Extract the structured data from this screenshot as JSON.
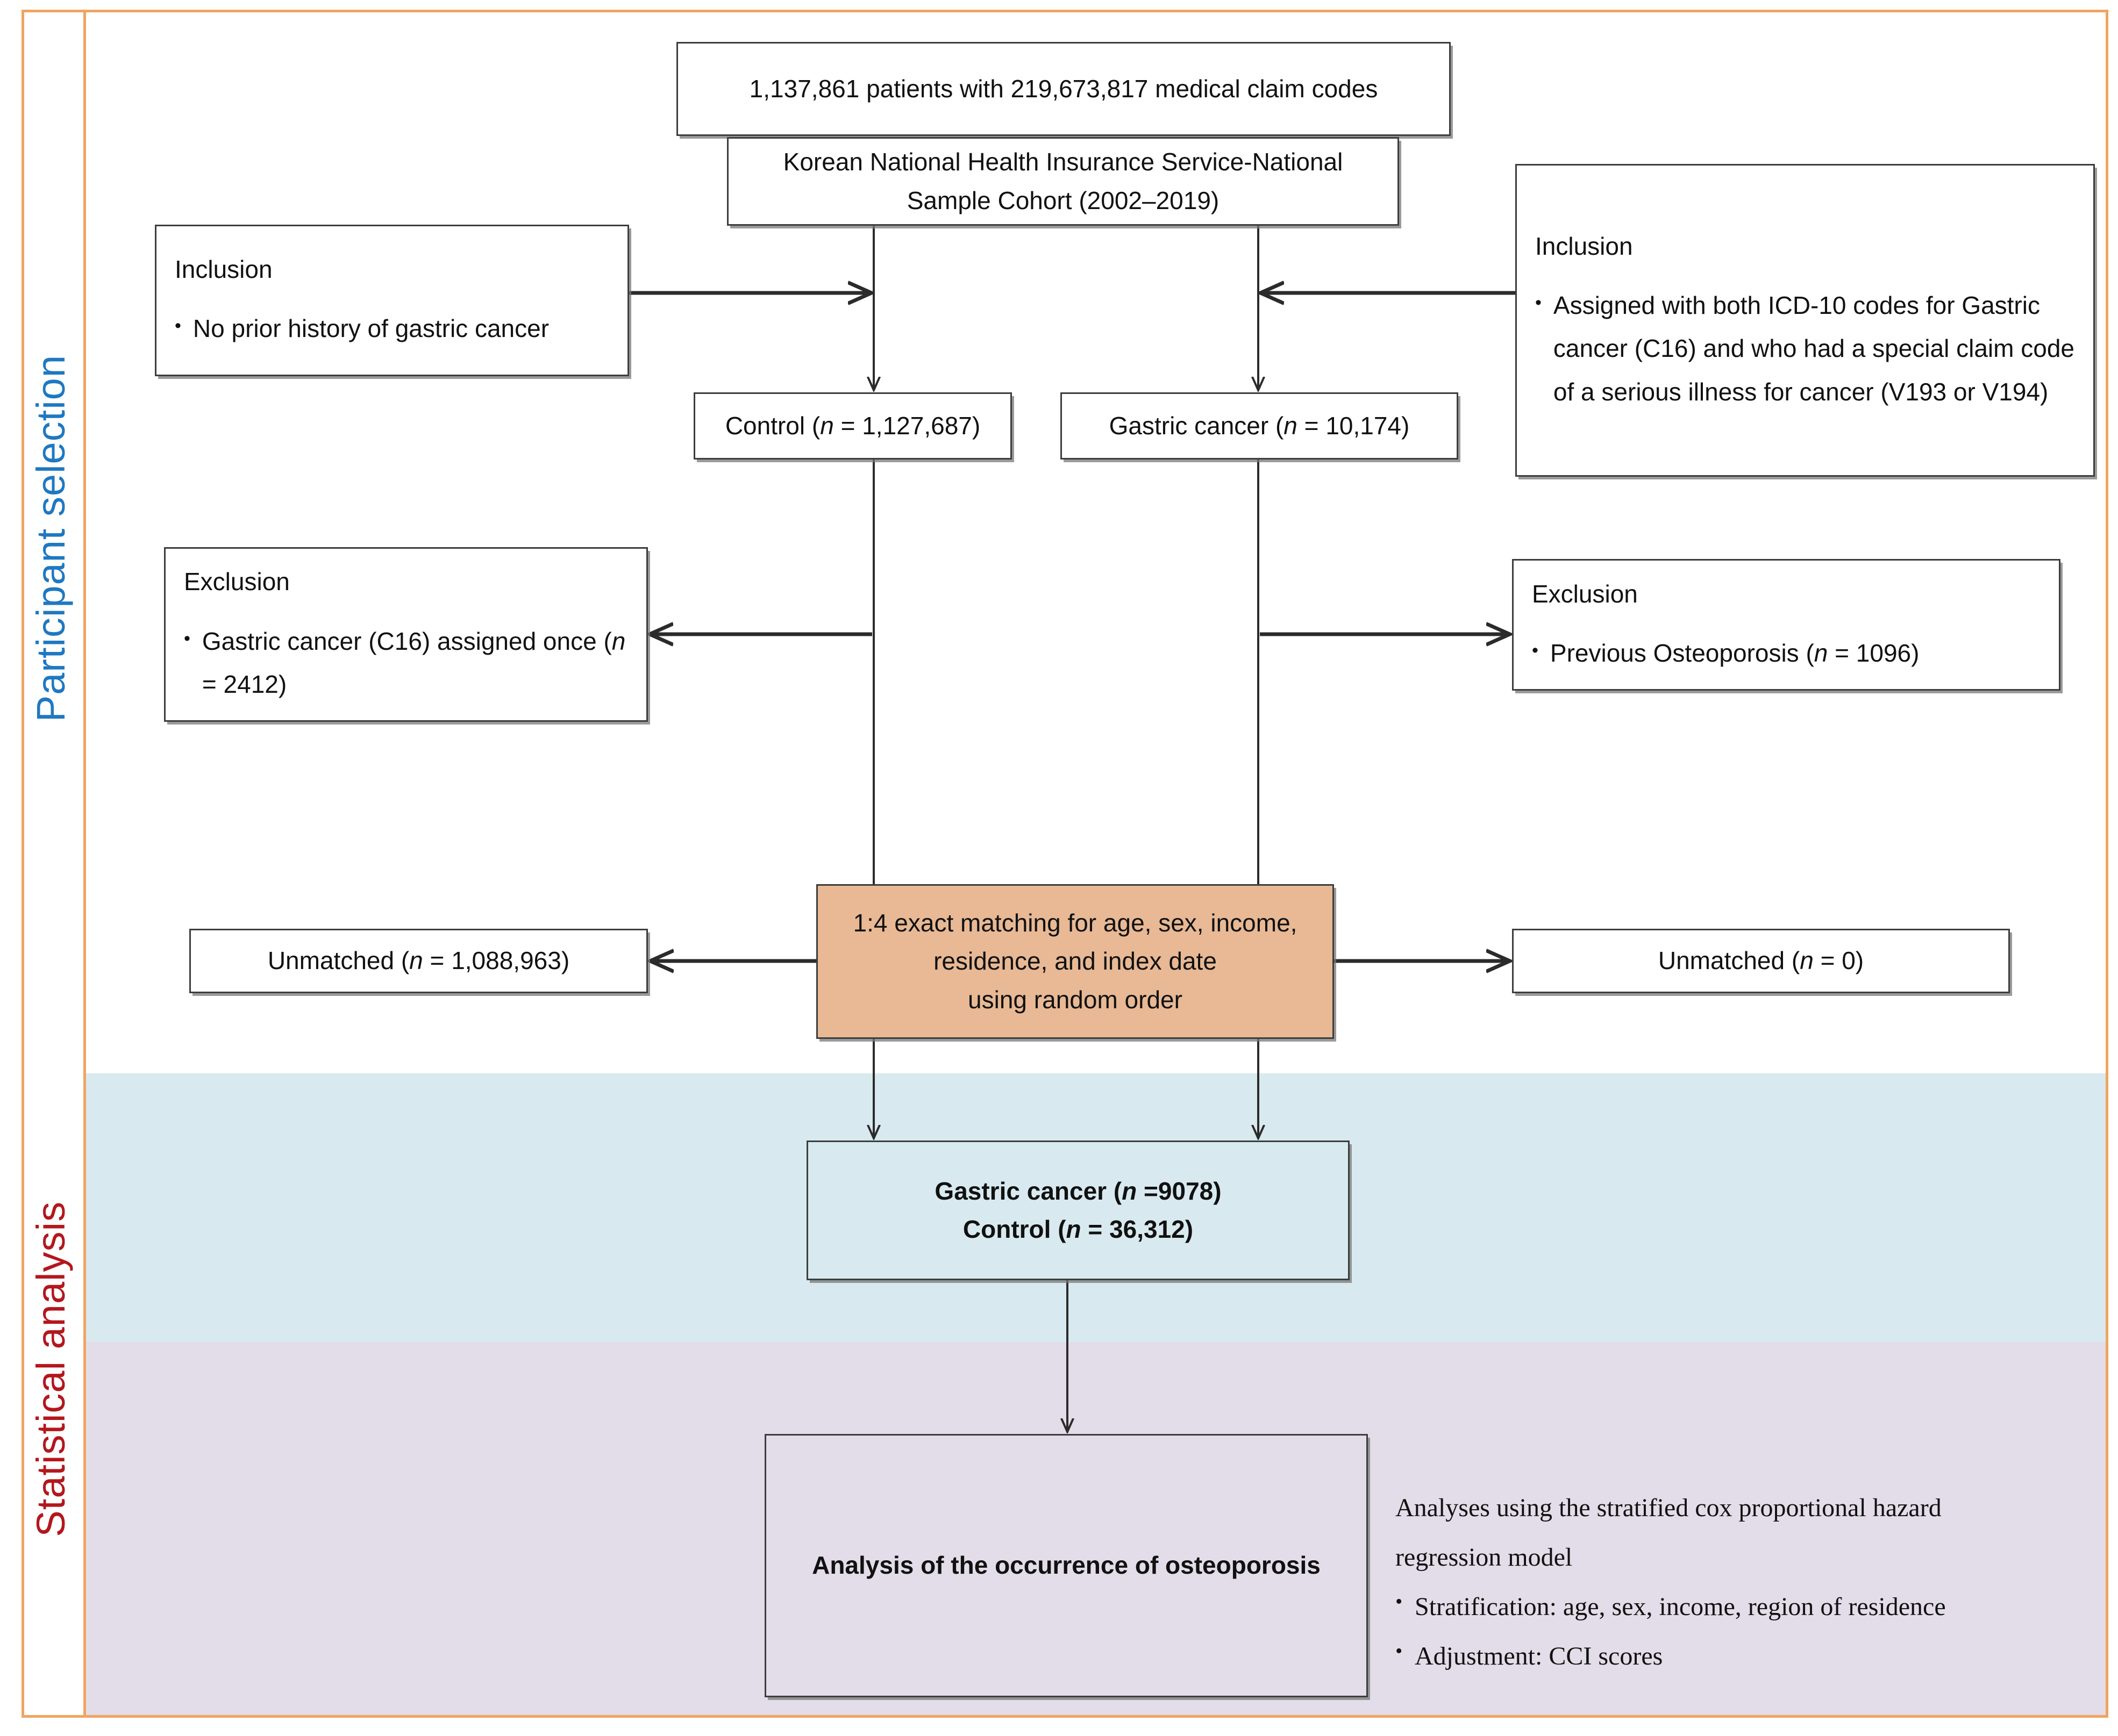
{
  "sections": {
    "participant_selection_label": "Participant selection",
    "statistical_analysis_label": "Statistical analysis",
    "colors": {
      "frame": "#F0A460",
      "participant_label": "#1F78C1",
      "statistical_label": "#B3171C",
      "matching_box": "#E8B994",
      "statistical_band": "#D8EAF0",
      "analysis_band": "#E2DDE8"
    }
  },
  "boxes": {
    "patients": {
      "text": "1,137,861 patients with 219,673,817 medical claim codes"
    },
    "cohort": {
      "line1": "Korean National Health Insurance Service-National",
      "line2": "Sample Cohort (2002–2019)"
    },
    "inclusion_left": {
      "header": "Inclusion",
      "bullet_glyph": "•",
      "item1": "No prior history of gastric cancer"
    },
    "inclusion_right": {
      "header": "Inclusion",
      "bullet_glyph": "•",
      "item1": "Assigned with both ICD-10 codes for Gastric cancer (C16) and  who had a special claim  code  of  a serious illness for cancer (V193 or V194)"
    },
    "control": {
      "label": "Control (",
      "n": "n",
      "value": " =  1,127,687)"
    },
    "gastric": {
      "label": "Gastric cancer (",
      "n": "n",
      "value": " = 10,174)"
    },
    "exclusion_left": {
      "header": "Exclusion",
      "bullet_glyph": "•",
      "item1_a": "Gastric cancer (C16) assigned once (",
      "item1_n": "n",
      "item1_b": " = 2412)"
    },
    "exclusion_right": {
      "header": "Exclusion",
      "bullet_glyph": "•",
      "item1_a": "Previous Osteoporosis (",
      "item1_n": "n",
      "item1_b": " = 1096)"
    },
    "matching": {
      "line1": "1:4 exact matching for age, sex, income,",
      "line2": "residence, and index date",
      "line3": "using random order"
    },
    "unmatched_left": {
      "label": "Unmatched (",
      "n": "n",
      "value": " = 1,088,963)"
    },
    "unmatched_right": {
      "label": "Unmatched (",
      "n": "n",
      "value": " = 0)"
    },
    "matched_cohort": {
      "line1_a": "Gastric cancer (",
      "line1_n": "n",
      "line1_b": " =9078)",
      "line2_a": "Control (",
      "line2_n": "n",
      "line2_b": " = 36,312)"
    },
    "analysis": {
      "title": "Analysis of the occurrence of osteoporosis"
    }
  },
  "stat_note": {
    "line1": "Analyses using the stratified cox proportional hazard",
    "line2": "regression model",
    "bullet_glyph": "•",
    "item1": "Stratification: age, sex, income, region of residence",
    "item2": "Adjustment: CCI scores"
  }
}
